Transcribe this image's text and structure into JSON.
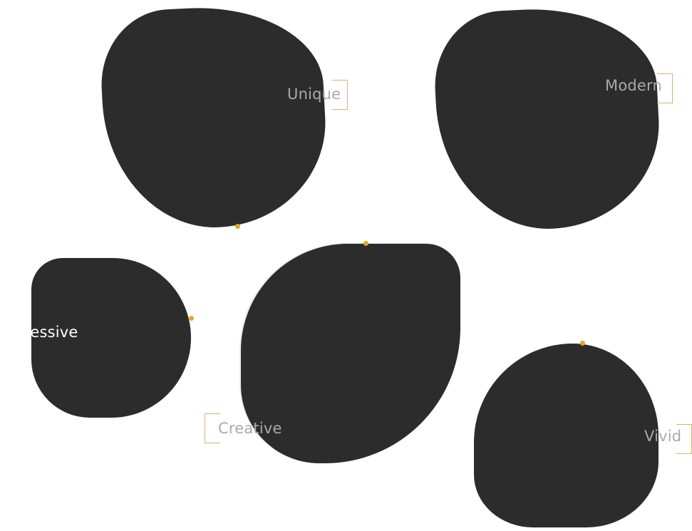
{
  "accent_color": "#e3a91f",
  "blob_color": "#2c2c2c",
  "background_color": "#ffffff",
  "cards": [
    {
      "label": "Unique"
    },
    {
      "label": "Modern"
    },
    {
      "label": "ressive"
    },
    {
      "label": "Creative"
    },
    {
      "label": "Vivid"
    }
  ]
}
